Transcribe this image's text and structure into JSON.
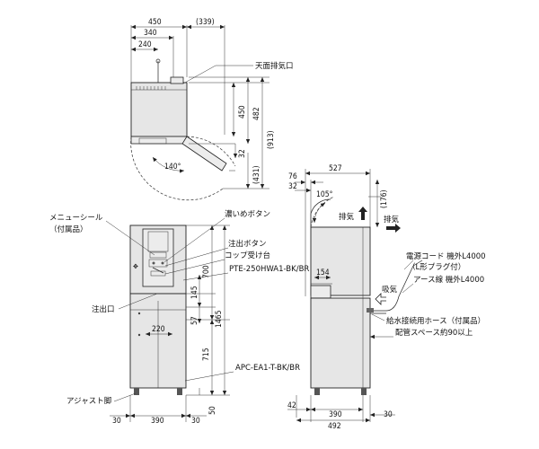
{
  "top_view": {
    "dims": [
      "450",
      "(339)",
      "340",
      "240",
      "450",
      "482",
      "(913)",
      "32",
      "(431)"
    ],
    "angle": "140°",
    "label_top_exhaust": "天面排気口"
  },
  "front_view": {
    "dims": [
      "700",
      "1465",
      "145",
      "57",
      "715",
      "220",
      "30",
      "390",
      "30",
      "50"
    ],
    "labels": {
      "menu_seal": "メニューシール",
      "menu_seal_note": "（付属品）",
      "strong_button": "濃いめボタン",
      "pour_button": "注出ボタン",
      "cup_stand": "コップ受け台",
      "model_upper": "PTE-250HWA1-BK/BR",
      "spout": "注出口",
      "model_lower": "APC-EA1-T-BK/BR",
      "adjust_foot": "アジャスト脚"
    }
  },
  "side_view": {
    "dims": [
      "527",
      "76",
      "32",
      "(176)",
      "154",
      "42",
      "390",
      "30",
      "492"
    ],
    "angle": "105°",
    "labels": {
      "exhaust_1": "排気",
      "exhaust_2": "排気",
      "power_cord": "電源コード 機外L4000",
      "plug_note": "（L形プラグ付）",
      "earth_wire": "アース線 機外L4000",
      "intake": "吸気",
      "water_hose": "給水接続用ホース（付属品）",
      "pipe_space": "配管スペース約90以上"
    }
  }
}
